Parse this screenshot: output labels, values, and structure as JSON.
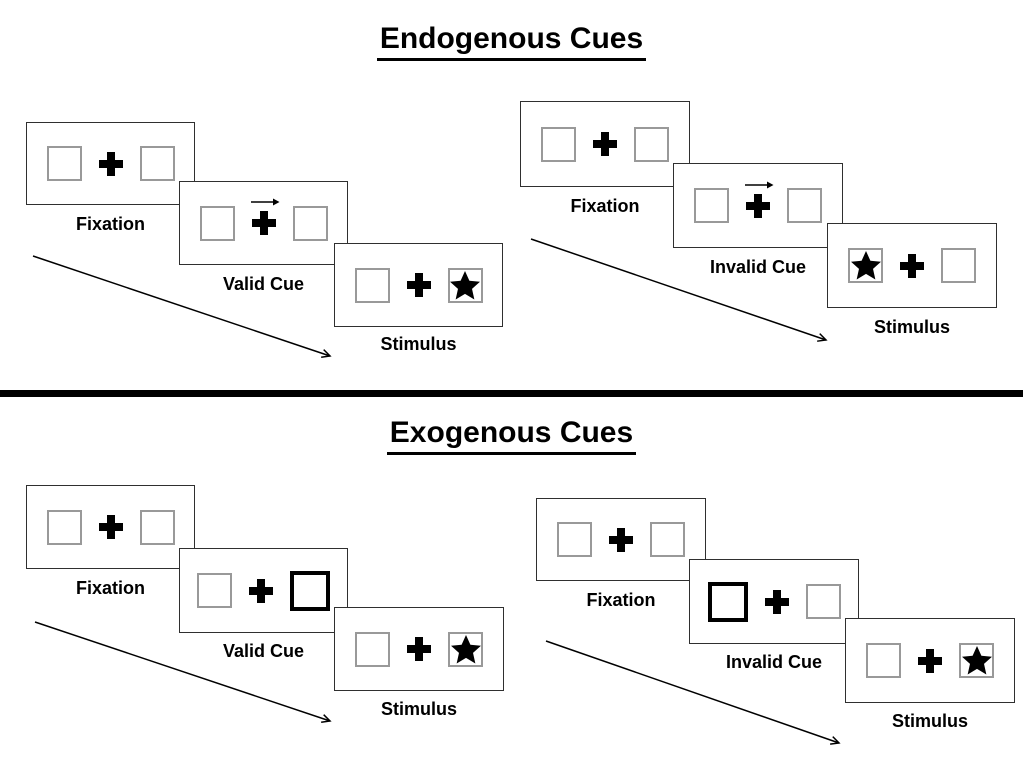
{
  "colors": {
    "ink": "#000000",
    "placeholder_box_border": "#999999",
    "panel_border": "#2f2f2f",
    "background": "#ffffff"
  },
  "sections": [
    {
      "title": "Endogenous Cues",
      "groups": [
        {
          "name": "valid-trial",
          "fixation": {
            "label": "Fixation"
          },
          "cue": {
            "label": "Valid Cue",
            "cue_type": "arrow-right-above-fixation"
          },
          "stimulus": {
            "label": "Stimulus",
            "star_side": "right"
          }
        },
        {
          "name": "invalid-trial",
          "fixation": {
            "label": "Fixation"
          },
          "cue": {
            "label": "Invalid Cue",
            "cue_type": "arrow-right-above-fixation"
          },
          "stimulus": {
            "label": "Stimulus",
            "star_side": "left"
          }
        }
      ]
    },
    {
      "title": "Exogenous Cues",
      "groups": [
        {
          "name": "valid-trial",
          "fixation": {
            "label": "Fixation"
          },
          "cue": {
            "label": "Valid Cue",
            "cue_type": "highlighted-box-right"
          },
          "stimulus": {
            "label": "Stimulus",
            "star_side": "right"
          }
        },
        {
          "name": "invalid-trial",
          "fixation": {
            "label": "Fixation"
          },
          "cue": {
            "label": "Invalid Cue",
            "cue_type": "highlighted-box-left"
          },
          "stimulus": {
            "label": "Stimulus",
            "star_side": "right"
          }
        }
      ]
    }
  ]
}
